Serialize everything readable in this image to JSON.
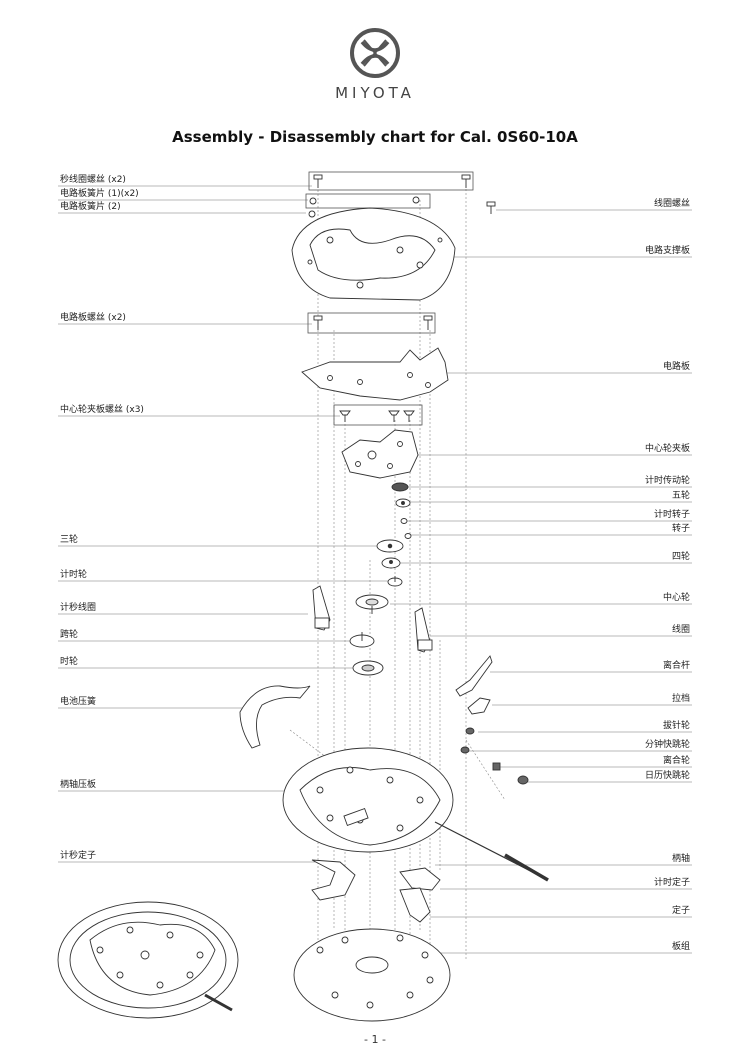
{
  "brand": "MIYOTA",
  "title": "Assembly - Disassembly chart for Cal. 0S60-10A",
  "page_number": "- 1 -",
  "labels_left": [
    {
      "id": "sec-coil-screw",
      "text": "秒线圈螺丝 (x2)"
    },
    {
      "id": "circuit-spring-1",
      "text": "电路板簧片 (1)(x2)"
    },
    {
      "id": "circuit-spring-2",
      "text": "电路板簧片 (2)"
    },
    {
      "id": "circuit-screw",
      "text": "电路板螺丝 (x2)"
    },
    {
      "id": "center-bridge-screw",
      "text": "中心轮夹板螺丝 (x3)"
    },
    {
      "id": "third-wheel",
      "text": "三轮"
    },
    {
      "id": "hour-counter-wheel",
      "text": "计时轮"
    },
    {
      "id": "sec-counter-coil",
      "text": "计秒线圈"
    },
    {
      "id": "minute-wheel",
      "text": "跨轮"
    },
    {
      "id": "hour-wheel",
      "text": "时轮"
    },
    {
      "id": "battery-spring",
      "text": "电池压簧"
    },
    {
      "id": "setting-lever-spring",
      "text": "柄轴压板"
    },
    {
      "id": "sec-counter-stator",
      "text": "计秒定子"
    }
  ],
  "labels_right": [
    {
      "id": "coil-screw",
      "text": "线圈螺丝"
    },
    {
      "id": "circuit-support",
      "text": "电路支撑板"
    },
    {
      "id": "circuit-board",
      "text": "电路板"
    },
    {
      "id": "center-bridge",
      "text": "中心轮夹板"
    },
    {
      "id": "counter-drive-wheel",
      "text": "计时传动轮"
    },
    {
      "id": "fifth-wheel",
      "text": "五轮"
    },
    {
      "id": "counter-rotor",
      "text": "计时转子"
    },
    {
      "id": "rotor",
      "text": "转子"
    },
    {
      "id": "fourth-wheel",
      "text": "四轮"
    },
    {
      "id": "center-wheel",
      "text": "中心轮"
    },
    {
      "id": "coil",
      "text": "线圈"
    },
    {
      "id": "clutch-lever",
      "text": "离合杆"
    },
    {
      "id": "setting-lever",
      "text": "拉档"
    },
    {
      "id": "setting-wheel",
      "text": "拔针轮"
    },
    {
      "id": "minute-jump-wheel",
      "text": "分钟快跳轮"
    },
    {
      "id": "clutch-wheel",
      "text": "离合轮"
    },
    {
      "id": "date-jump-wheel",
      "text": "日历快跳轮"
    },
    {
      "id": "winding-stem",
      "text": "柄轴"
    },
    {
      "id": "counter-stator",
      "text": "计时定子"
    },
    {
      "id": "stator",
      "text": "定子"
    },
    {
      "id": "main-plate",
      "text": "板组"
    }
  ]
}
